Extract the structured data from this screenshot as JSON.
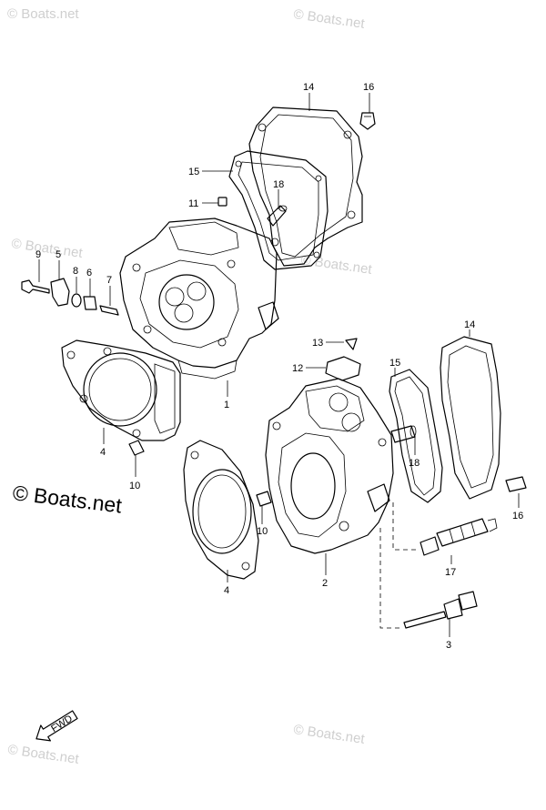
{
  "watermarks": [
    "© Boats.net",
    "© Boats.net",
    "© Boats.net",
    "© Boats.net",
    "© Boats.net",
    "© Boats.net"
  ],
  "copyright_text": "© Boats.net",
  "fwd_label": "FWD",
  "callouts": {
    "c14a": "14",
    "c16a": "16",
    "c15a": "15",
    "c18a": "18",
    "c11": "11",
    "c9": "9",
    "c5": "5",
    "c8": "8",
    "c6": "6",
    "c7": "7",
    "c1": "1",
    "c4a": "4",
    "c10a": "10",
    "c13": "13",
    "c12": "12",
    "c15b": "15",
    "c14b": "14",
    "c18b": "18",
    "c16b": "16",
    "c10b": "10",
    "c2": "2",
    "c4b": "4",
    "c17": "17",
    "c3": "3"
  }
}
